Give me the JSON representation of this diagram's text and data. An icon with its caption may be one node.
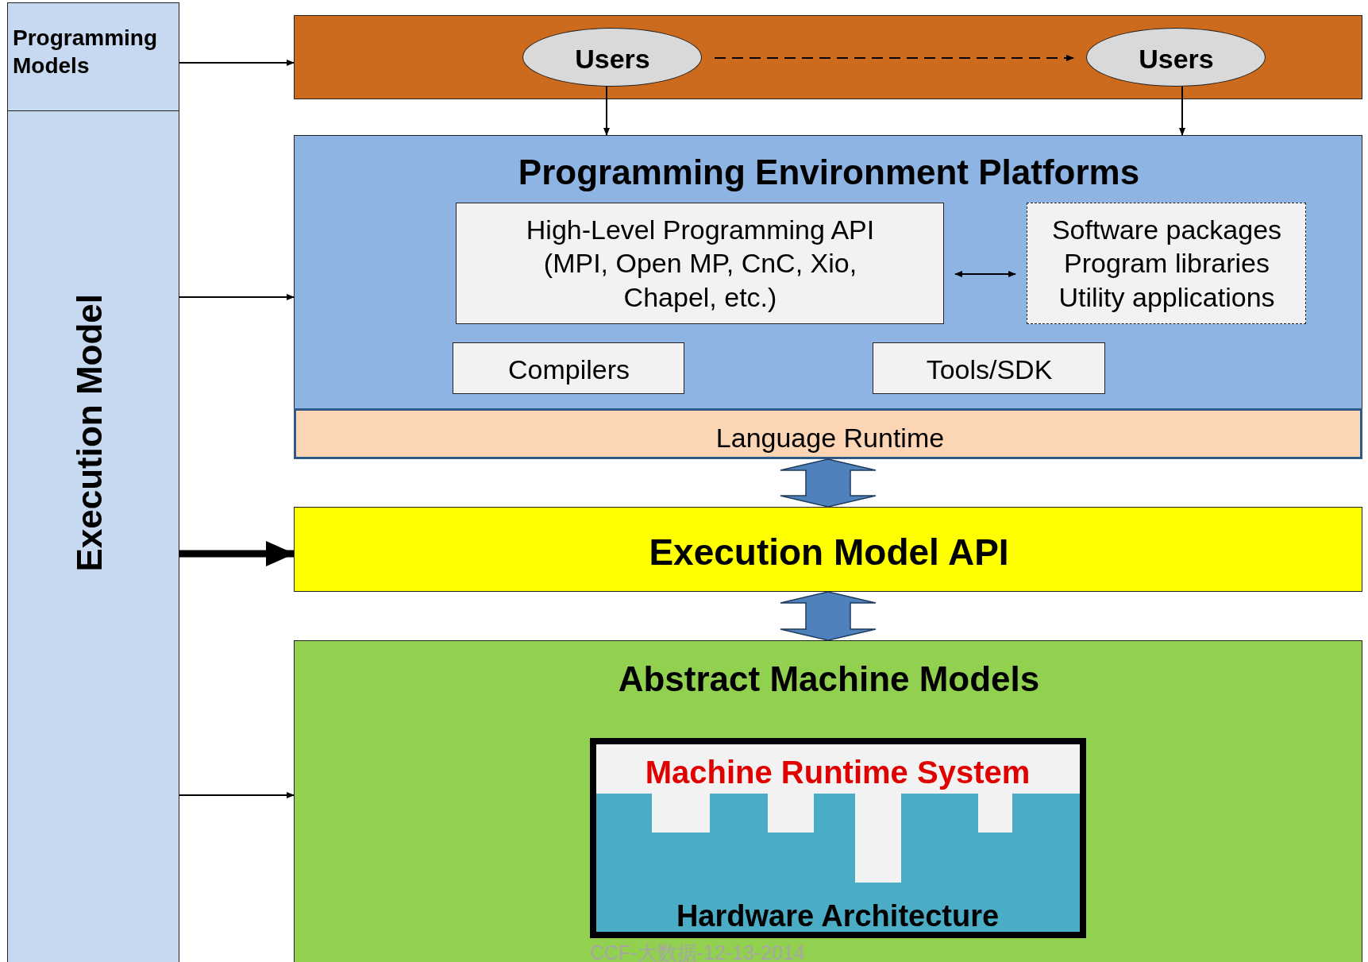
{
  "diagram": {
    "nodes": [
      {
        "text": [
          "Programming Models"
        ]
      },
      {
        "text": [
          "Execution Model"
        ]
      },
      {
        "text": [],
        "shape": "bar"
      },
      {
        "text": [
          "Users"
        ],
        "in": 2
      },
      {
        "text": [
          "Users"
        ],
        "in": 2
      },
      {
        "text": [
          "Programming Environment Platforms"
        ]
      },
      {
        "text": [
          "High-Level Programming API (MPI, Open MP, CnC, Xio, Chapel, etc.)"
        ],
        "in": 5
      },
      {
        "text": [
          "Software packages Program libraries Utility applications"
        ],
        "in": 5
      },
      {
        "text": [
          "Compilers"
        ],
        "in": 5
      },
      {
        "text": [
          "Tools/SDK"
        ],
        "in": 5
      },
      {
        "text": [
          "Language Runtime"
        ],
        "in": 5
      },
      {
        "text": [
          "Execution Model API"
        ]
      },
      {
        "text": [
          "Abstract Machine Models"
        ]
      },
      {
        "text": [
          "Machine Runtime System",
          "Hardware Architecture"
        ],
        "in": 12
      }
    ],
    "edges": [
      {
        "from": 0,
        "to": 2,
        "arrow": "to"
      },
      {
        "from": 3,
        "to": 4,
        "arrow": "to",
        "style": "dashed"
      },
      {
        "from": 3,
        "to": 5,
        "arrow": "to"
      },
      {
        "from": 4,
        "to": 5,
        "arrow": "to"
      },
      {
        "from": 1,
        "to": 5,
        "arrow": "to"
      },
      {
        "from": 6,
        "to": 7,
        "arrow": "both"
      },
      {
        "from": 10,
        "to": 11,
        "arrow": "both",
        "style": "thick",
        "color": "#4f81bd"
      },
      {
        "from": 1,
        "to": 11,
        "arrow": "to",
        "style": "thick"
      },
      {
        "from": 11,
        "to": 12,
        "arrow": "both",
        "style": "thick",
        "color": "#4f81bd"
      },
      {
        "from": 1,
        "to": 12,
        "arrow": "to"
      }
    ],
    "labels": [
      "CCF-大数据-12-13-2014"
    ]
  }
}
